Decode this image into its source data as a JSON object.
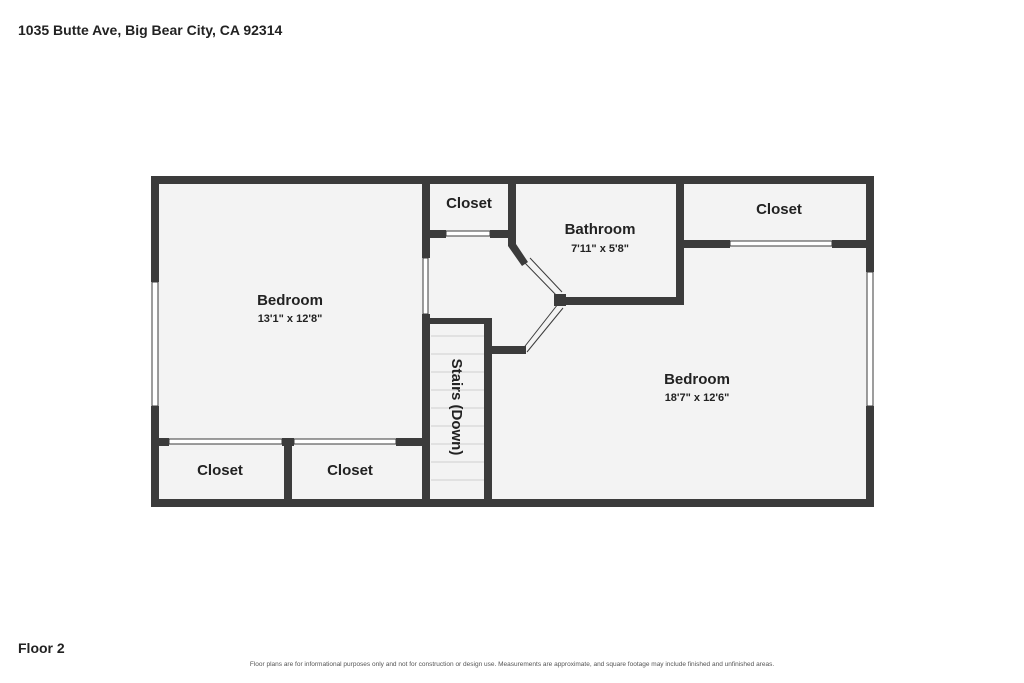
{
  "header": {
    "address": "1035 Butte Ave, Big Bear City, CA 92314"
  },
  "floor": {
    "label": "Floor 2"
  },
  "footer": {
    "disclaimer": "Floor plans are for informational purposes only and not for construction or design use. Measurements are approximate, and square footage may include finished and unfinished areas."
  },
  "rooms": {
    "bedroom_left": {
      "name": "Bedroom",
      "dims": "13'1\" x 12'8\""
    },
    "closet_top_small": {
      "name": "Closet"
    },
    "bathroom": {
      "name": "Bathroom",
      "dims": "7'11\" x 5'8\""
    },
    "closet_top_right": {
      "name": "Closet"
    },
    "bedroom_right": {
      "name": "Bedroom",
      "dims": "18'7\" x 12'6\""
    },
    "closet_bottom_left": {
      "name": "Closet"
    },
    "closet_bottom_mid": {
      "name": "Closet"
    },
    "stairs": {
      "name": "Stairs (Down)"
    }
  },
  "colors": {
    "wall": "#3b3b3b",
    "floor": "#f3f3f3",
    "background": "#ffffff"
  }
}
